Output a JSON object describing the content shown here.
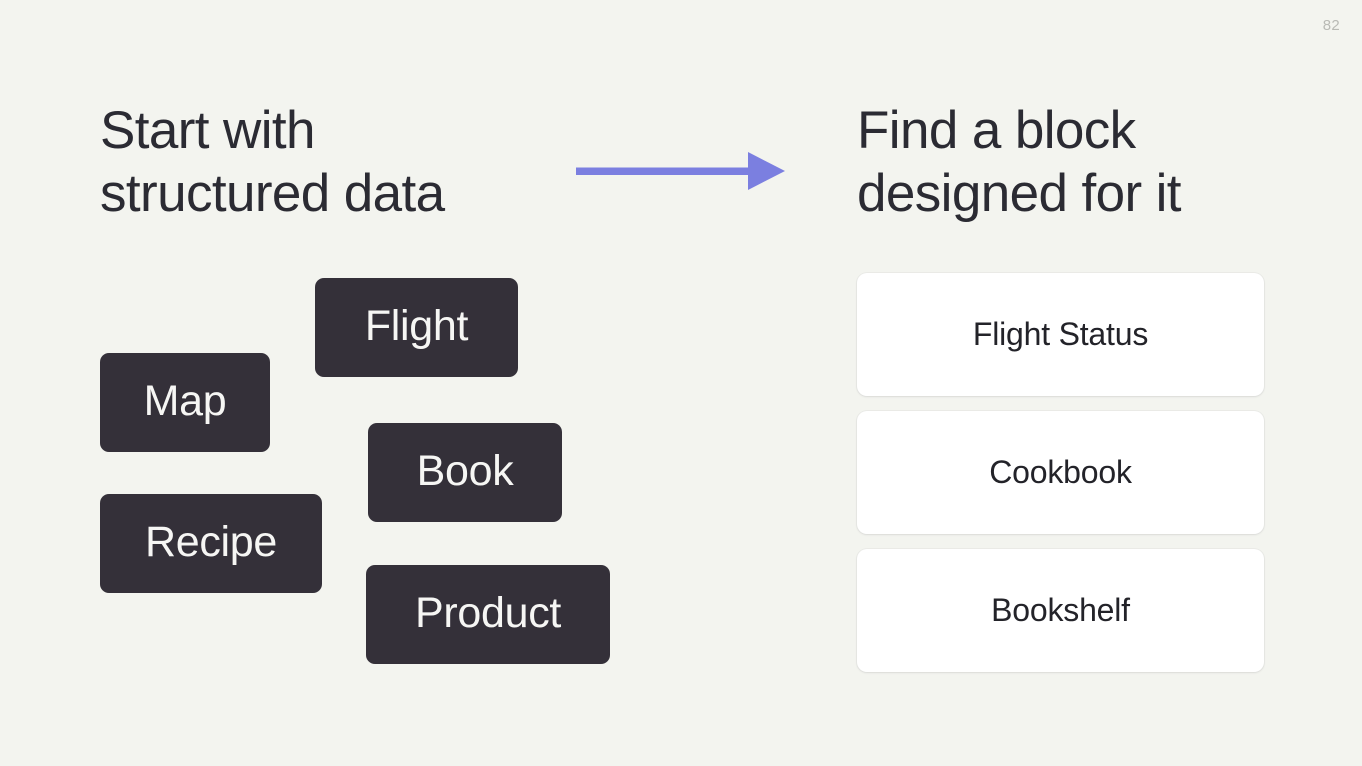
{
  "slide": {
    "page_number": "82",
    "background_color": "#f3f4ef"
  },
  "left": {
    "heading": "Start with\nstructured data",
    "chip_color": "#343039",
    "chip_text_color": "#f6f6f4",
    "chips": [
      {
        "label": "Flight"
      },
      {
        "label": "Map"
      },
      {
        "label": "Book"
      },
      {
        "label": "Recipe"
      },
      {
        "label": "Product"
      }
    ]
  },
  "arrow": {
    "name": "right-arrow-icon",
    "color": "#7b7fe0",
    "direction": "right"
  },
  "right": {
    "heading": "Find a block\ndesigned for it",
    "card_color": "#ffffff",
    "cards": [
      {
        "label": "Flight Status"
      },
      {
        "label": "Cookbook"
      },
      {
        "label": "Bookshelf"
      }
    ]
  }
}
